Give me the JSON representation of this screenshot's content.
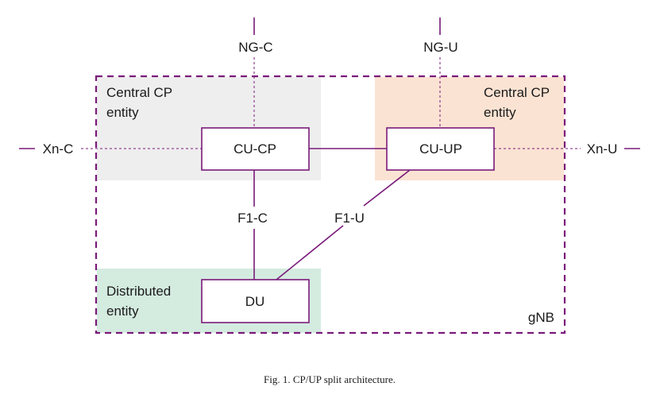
{
  "diagram": {
    "regions": {
      "central_cp_left": {
        "line1": "Central CP",
        "line2": "entity",
        "fill": "#eeeeee"
      },
      "central_cp_right": {
        "line1": "Central CP",
        "line2": "entity",
        "fill": "#fbe3d3"
      },
      "distributed": {
        "line1": "Distributed",
        "line2": "entity",
        "fill": "#d4ebe0"
      }
    },
    "nodes": {
      "cu_cp": "CU-CP",
      "cu_up": "CU-UP",
      "du": "DU"
    },
    "interfaces": {
      "ng_c": "NG-C",
      "ng_u": "NG-U",
      "xn_c": "Xn-C",
      "xn_u": "Xn-U",
      "f1_c": "F1-C",
      "f1_u": "F1-U"
    },
    "container_label": "gNB",
    "line_color": "#7a1a7a"
  },
  "caption": "Fig. 1. CP/UP split architecture."
}
